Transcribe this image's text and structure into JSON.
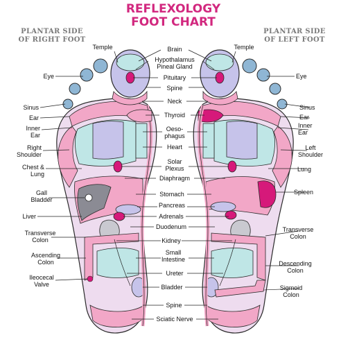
{
  "title": {
    "line1": "REFLEXOLOGY",
    "line2": "FOOT CHART"
  },
  "side_titles": {
    "right_foot_line1": "PLANTAR SIDE",
    "right_foot_line2": "OF RIGHT FOOT",
    "left_foot_line1": "PLANTAR SIDE",
    "left_foot_line2": "OF LEFT FOOT"
  },
  "center_labels": {
    "brain": "Brain",
    "hypothalamus": "Hypothalamus",
    "pineal_gland": "Pineal Gland",
    "pituitary": "Pituitary",
    "spine_top": "Spine",
    "neck": "Neck",
    "thyroid": "Thyroid",
    "oesophagus_1": "Oeso-",
    "oesophagus_2": "phagus",
    "heart": "Heart",
    "solar_1": "Solar",
    "solar_2": "Plexus",
    "diaphragm": "Diaphragm",
    "stomach": "Stomach",
    "pancreas": "Pancreas",
    "adrenals": "Adrenals",
    "duodenum": "Duodenum",
    "kidney": "Kidney",
    "small_intestine_1": "Small",
    "small_intestine_2": "Intestine",
    "ureter": "Ureter",
    "bladder": "Bladder",
    "spine_bottom": "Spine",
    "sciatic_nerve": "Sciatic Nerve"
  },
  "left_labels": {
    "temple": "Temple",
    "eye": "Eye",
    "sinus": "Sinus",
    "ear": "Ear",
    "inner_ear_1": "Inner",
    "inner_ear_2": "Ear",
    "right_shoulder_1": "Right",
    "right_shoulder_2": "Shoulder",
    "chest_lung_1": "Chest &",
    "chest_lung_2": "Lung",
    "gall_bladder_1": "Gall",
    "gall_bladder_2": "Bladder",
    "liver": "Liver",
    "transverse_colon_1": "Transverse",
    "transverse_colon_2": "Colon",
    "ascending_colon_1": "Ascending",
    "ascending_colon_2": "Colon",
    "ileocecal_1": "Ileocecal",
    "ileocecal_2": "Valve"
  },
  "right_labels": {
    "temple": "Temple",
    "eye": "Eye",
    "sinus": "Sinus",
    "ear": "Ear",
    "inner_ear_1": "Inner",
    "inner_ear_2": "Ear",
    "left_shoulder_1": "Left",
    "left_shoulder_2": "Shoulder",
    "lung": "Lung",
    "spleen": "Spleen",
    "transverse_colon_1": "Transverse",
    "transverse_colon_2": "Colon",
    "descending_colon_1": "Descending",
    "descending_colon_2": "Colon",
    "sigmoid_colon_1": "Sigmoid",
    "sigmoid_colon_2": "Colon"
  },
  "colors": {
    "title": "#d2287f",
    "side_title": "#7a7a7a",
    "sole_fill": "#eedcef",
    "pink": "#f2a7c7",
    "magenta": "#d6197a",
    "lilac": "#c6c3ea",
    "aqua": "#bfe6e6",
    "gray": "#8b8b94",
    "blue": "#8fb6d4"
  }
}
